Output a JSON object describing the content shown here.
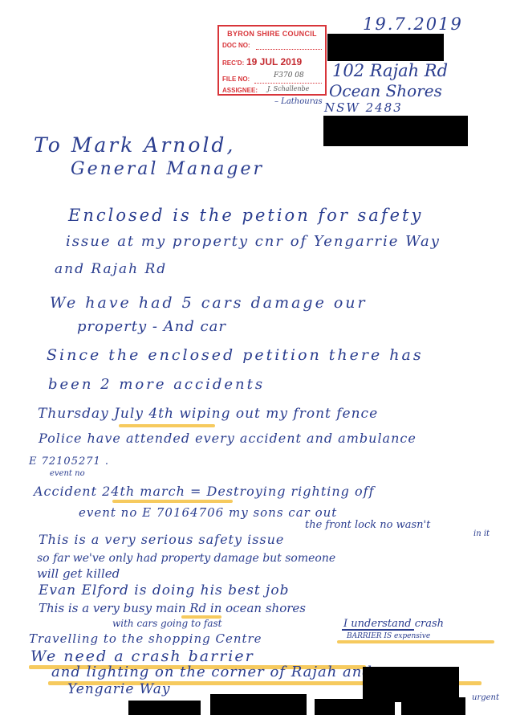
{
  "stamp": {
    "council": "BYRON SHIRE COUNCIL",
    "doc_no_label": "DOC NO:",
    "recd_label": "REC'D:",
    "recd_value": "19 JUL 2019",
    "file_no_label": "FILE NO:",
    "file_no_value": "F370 08",
    "assignee_label": "ASSIGNEE:",
    "assignee_value": "J. Schallenbe",
    "assignee_extra": "– Lathouras"
  },
  "header": {
    "date": "19.7.2019",
    "address_line1": "102 Rajah Rd",
    "address_line2": "Ocean Shores",
    "address_line3": "NSW 2483"
  },
  "salutation": {
    "line1": "To Mark Arnold,",
    "line2": "General Manager"
  },
  "body": {
    "lines": [
      "Enclosed is the petion for safety",
      "issue at my property cnr of Yengarrie Way",
      "and Rajah Rd",
      "We have had 5 cars damage our",
      "property - And car",
      "Since the enclosed petition there has",
      "been 2 more accidents",
      "Thursday July 4th wiping out my front fence",
      "Police have attended every accident and ambulance",
      "E 72105271 .",
      "event no",
      "Accident 24th march = Destroying righting off",
      "event no E 70164706 my sons car out",
      "the front lock no wasn't",
      "in it",
      "This is a very serious safety issue",
      "so far we've only had property damage but someone",
      "will get killed",
      "Evan Elford is doing his best job",
      "This is a very busy main Rd in ocean shores",
      "with cars going to fast",
      "Travelling to the shopping Centre",
      "I understand crash",
      "BARRIER IS expensive",
      "We need a crash barrier",
      "and lighting on the corner of Rajah and",
      "Yengarie Way",
      "urgent"
    ]
  }
}
